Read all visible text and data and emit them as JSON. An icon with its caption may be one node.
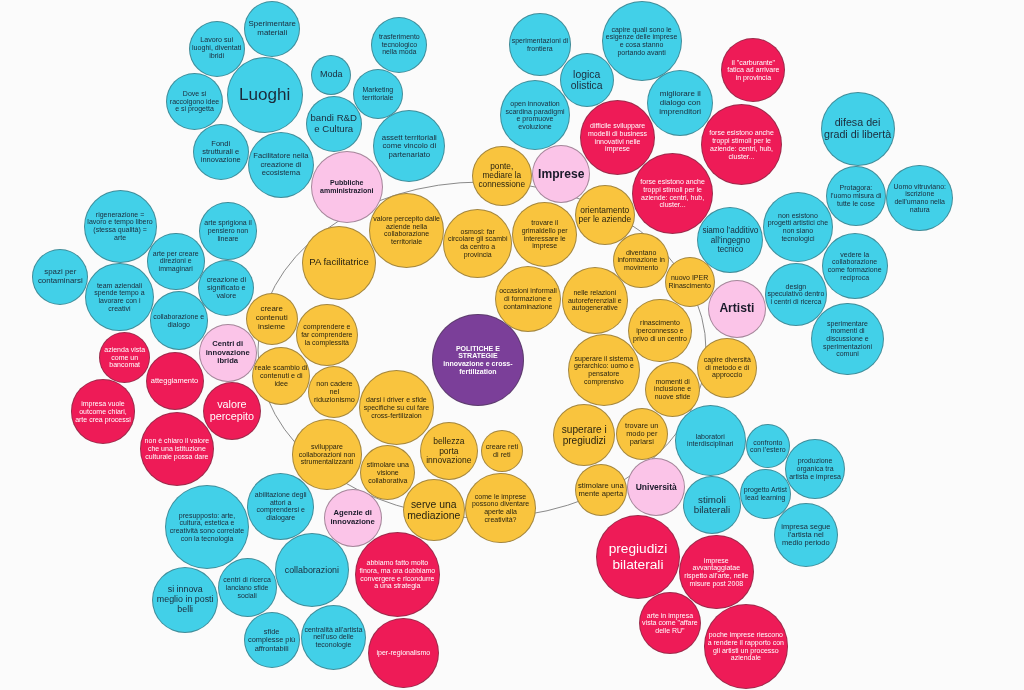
{
  "diagram": {
    "nodes": [
      {
        "text": [
          "Pubbliche amministrazioni"
        ]
      },
      {
        "text": [
          "Luoghi"
        ]
      },
      {
        "text": [
          "Sperimentare materiali"
        ]
      },
      {
        "text": [
          "Lavoro sui luoghi, diventati ibridi"
        ]
      },
      {
        "text": [
          "Dove si raccolgono idee e si progetta"
        ]
      },
      {
        "text": [
          "Fondi strutturali e innovazione"
        ]
      },
      {
        "text": [
          "Facilitatore nella creazione di ecosistema"
        ]
      },
      {
        "text": [
          "trasferimento tecnologico nella moda"
        ]
      },
      {
        "text": [
          "Moda"
        ]
      },
      {
        "text": [
          "Marketing territoriale"
        ]
      },
      {
        "text": [
          "bandi R&D e Cultura"
        ]
      },
      {
        "text": [
          "assett territoriali come vincolo di partenariato"
        ]
      },
      {
        "text": [
          "PA facilitatrice"
        ]
      },
      {
        "text": [
          "valore percepito dalle aziende nella collaborazione territoriale"
        ]
      },
      {
        "text": [
          "Imprese"
        ]
      },
      {
        "text": [
          "sperimentazioni di frontiera"
        ]
      },
      {
        "text": [
          "capire quali sono le esigenze delle imprese e cosa stanno portando avanti"
        ]
      },
      {
        "text": [
          "logica olistica"
        ]
      },
      {
        "text": [
          "migliorare il dialogo con imprenditori"
        ]
      },
      {
        "text": [
          "open innovation scardina paradigmi e promuove evoluzione"
        ]
      },
      {
        "text": [
          "il \"carburante\" fatica ad arrivare in provincia"
        ]
      },
      {
        "text": [
          "difficile sviluppare modelli di business innovativi nelle imprese"
        ]
      },
      {
        "text": [
          "forse esistono anche troppi stimoli per le aziende: centri, hub, cluster..."
        ]
      },
      {
        "text": [
          "forse esistono anche troppi stimoli per le aziende: centri, hub, cluster..."
        ]
      },
      {
        "text": [
          "ponte, mediare la connessione"
        ]
      },
      {
        "text": [
          "osmosi: far circolare gli scambi da centro a provincia"
        ]
      },
      {
        "text": [
          "trovare il grimaldello per interessare le imprese"
        ]
      },
      {
        "text": [
          "orientamento per le aziende"
        ]
      },
      {
        "text": [
          "occasioni informali di formazione e contaminazione"
        ]
      },
      {
        "text": [
          "Artisti"
        ]
      },
      {
        "text": [
          "siamo l’additivo all’ingegno tecnico"
        ]
      },
      {
        "text": [
          "difesa dei gradi di libertà"
        ]
      },
      {
        "text": [
          "Protagora: l’uomo misura di tutte le cose"
        ]
      },
      {
        "text": [
          "Uomo vitruviano: iscrizione dell’umano nella natura"
        ]
      },
      {
        "text": [
          "non esistono progetti artistici che non siano tecnologici"
        ]
      },
      {
        "text": [
          "design speculativo dentro i centri di ricerca"
        ]
      },
      {
        "text": [
          "vedere la collaborazione come formazione reciproca"
        ]
      },
      {
        "text": [
          "sperimentare momenti di discussione e sperimentazioni comuni"
        ]
      },
      {
        "text": [
          "diventano informazione in movimento"
        ]
      },
      {
        "text": [
          "nuovo IPER Rinascimento"
        ]
      },
      {
        "text": [
          "nelle relazioni autoreferenziali e autogenerative"
        ]
      },
      {
        "text": [
          "rinascimento iperconnesso e privo di un centro"
        ]
      },
      {
        "text": [
          "superare il sistema gerarchico: uomo e pensatore comprensivo"
        ]
      },
      {
        "text": [
          "capire diversità di metodo e di approccio"
        ]
      },
      {
        "text": [
          "momenti di inclusione e nuove sfide"
        ]
      },
      {
        "text": [
          "Centri di innovazione ibrida"
        ]
      },
      {
        "text": [
          "rigenerazione = lavoro e tempo libero (stessa qualità) = arte"
        ]
      },
      {
        "text": [
          "arte sprigiona il pensiero non lineare"
        ]
      },
      {
        "text": [
          "arte per creare direzioni e immaginari"
        ]
      },
      {
        "text": [
          "spazi per contaminarsi"
        ]
      },
      {
        "text": [
          "team aziendali spende tempo a lavorare con i creativi"
        ]
      },
      {
        "text": [
          "creazione di significato e valore"
        ]
      },
      {
        "text": [
          "collaborazione e dialogo"
        ]
      },
      {
        "text": [
          "creare contenuti insieme"
        ]
      },
      {
        "text": [
          "comprendere e far comprendere la complessità"
        ]
      },
      {
        "text": [
          "reale scambio di contenuti e di idee"
        ]
      },
      {
        "text": [
          "non cadere nel riduzionismo"
        ]
      },
      {
        "text": [
          "azienda vista come un bancomat"
        ]
      },
      {
        "text": [
          "atteggiamento"
        ]
      },
      {
        "text": [
          "impresa vuole outcome chiari, arte crea processi"
        ]
      },
      {
        "text": [
          "valore percepito"
        ]
      },
      {
        "text": [
          "non è chiaro il valore che una istituzione culturale possa dare"
        ]
      },
      {
        "text": [
          "POLITICHE E STRATEGIE",
          "innovazione e cross-fertilization"
        ]
      },
      {
        "text": [
          "Agenzie di innovazione"
        ]
      },
      {
        "text": [
          "darsi i driver e sfide specifiche su cui fare cross-fertilizaion"
        ]
      },
      {
        "text": [
          "bellezza porta innovazione"
        ]
      },
      {
        "text": [
          "creare reti di reti"
        ]
      },
      {
        "text": [
          "sviluppare collaborazioni non strumentalizzanti"
        ]
      },
      {
        "text": [
          "stimolare una visione collaborativa"
        ]
      },
      {
        "text": [
          "come le imprese possono diventare aperte alla creatività?"
        ]
      },
      {
        "text": [
          "serve una mediazione"
        ]
      },
      {
        "text": [
          "abbiamo fatto molto finora, ma ora dobbiamo convergere e ricondurre a una strategia"
        ]
      },
      {
        "text": [
          "iper-regionalismo"
        ]
      },
      {
        "text": [
          "abilitazione degli attori a comprendersi e dialogare"
        ]
      },
      {
        "text": [
          "presupposto: arte, cultura, estetica e creatività sono correlate con la tecnologia"
        ]
      },
      {
        "text": [
          "collaborazioni"
        ]
      },
      {
        "text": [
          "si innova meglio in posti belli"
        ]
      },
      {
        "text": [
          "centri di ricerca lanciano sfide sociali"
        ]
      },
      {
        "text": [
          "sfide complesse più affrontabili"
        ]
      },
      {
        "text": [
          "centralità all’artista nell’uso delle teconologie"
        ]
      },
      {
        "text": [
          "Università"
        ]
      },
      {
        "text": [
          "superare i pregiudizi"
        ]
      },
      {
        "text": [
          "trovare un modo per parlarsi"
        ]
      },
      {
        "text": [
          "stimolare una mente aperta"
        ]
      },
      {
        "text": [
          "laboratori interdisciplinari"
        ]
      },
      {
        "text": [
          "confronto con l’estero"
        ]
      },
      {
        "text": [
          "produzione organica tra artista e impresa"
        ]
      },
      {
        "text": [
          "progetto Artist lead learning"
        ]
      },
      {
        "text": [
          "stimoli bilaterali"
        ]
      },
      {
        "text": [
          "impresa segue l’artista nel medio periodo"
        ]
      },
      {
        "text": [
          "pregiudizi bilaterali"
        ]
      },
      {
        "text": [
          "imprese avvantaggiatae rispetto all’arte, nelle misure post 2008"
        ]
      },
      {
        "text": [
          "arte in impresa vista come \"affare delle RU\""
        ]
      },
      {
        "text": [
          "poche imprese riescono a rendere il rapporto con gli artisti un processo aziendale"
        ]
      }
    ]
  }
}
